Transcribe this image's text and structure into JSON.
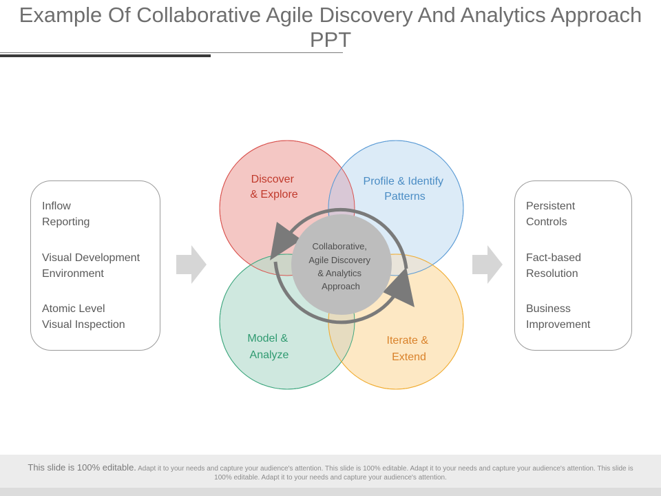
{
  "title": "Example Of Collaborative Agile Discovery And Analytics Approach PPT",
  "left_box": {
    "items": [
      "Inflow\nReporting",
      "Visual Development\nEnvironment",
      "Atomic Level\nVisual Inspection"
    ]
  },
  "right_box": {
    "items": [
      "Persistent\nControls",
      "Fact-based\nResolution",
      "Business\nImprovement"
    ]
  },
  "circles": [
    {
      "label": "Discover\n& Explore",
      "fill": "#f4c7c4",
      "stroke": "#d9534f",
      "text_color": "#c0392b"
    },
    {
      "label": "Profile & Identify\nPatterns",
      "fill": "#dcebf7",
      "stroke": "#5b9bd5",
      "text_color": "#4a8cc4"
    },
    {
      "label": "Model &\nAnalyze",
      "fill": "#cfe8df",
      "stroke": "#3fa77f",
      "text_color": "#2f9a70"
    },
    {
      "label": "Iterate &\nExtend",
      "fill": "#fde8c4",
      "stroke": "#f0ad34",
      "text_color": "#d9822b"
    }
  ],
  "center": {
    "label": "Collaborative,\nAgile Discovery\n& Analytics\nApproach",
    "fill": "#bdbdbd"
  },
  "footer": {
    "lead": "This slide is 100% editable.",
    "body": "Adapt it to your needs and capture your audience's attention. This slide is 100% editable. Adapt it to your needs and capture your audience's attention. This slide is 100% editable. Adapt it to your needs and capture your audience's attention."
  }
}
